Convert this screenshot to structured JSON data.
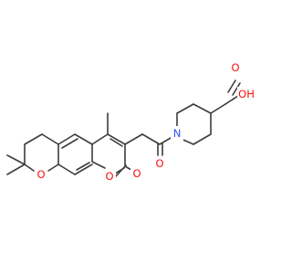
{
  "structure": {
    "atoms": [
      {
        "id": "OH",
        "label": "OH",
        "color": "#ff0d0d"
      },
      {
        "id": "O_acid",
        "label": "O",
        "color": "#ff0d0d"
      },
      {
        "id": "N",
        "label": "N",
        "color": "#3050f8"
      },
      {
        "id": "O_amide",
        "label": "O",
        "color": "#ff0d0d"
      },
      {
        "id": "O_lactone_carbonyl",
        "label": "O",
        "color": "#ff0d0d"
      },
      {
        "id": "O_lactone_ring",
        "label": "O",
        "color": "#ff0d0d"
      },
      {
        "id": "O_pyran",
        "label": "O",
        "color": "#ff0d0d"
      }
    ]
  }
}
